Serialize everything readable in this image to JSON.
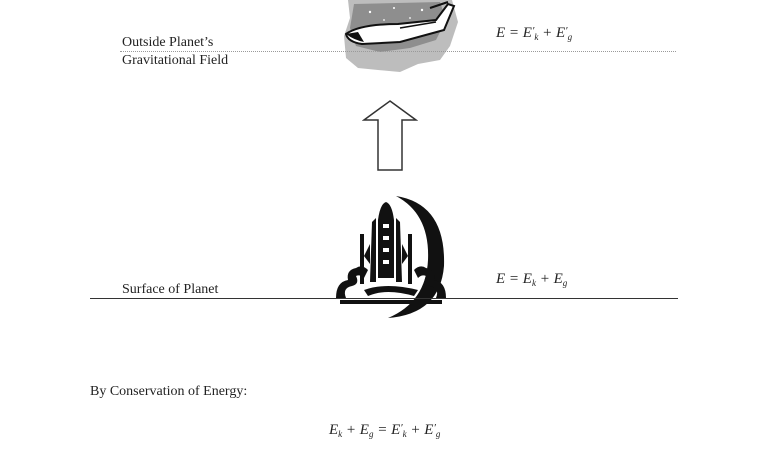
{
  "outside_label": {
    "line1": "Outside Planet’s",
    "line2": "Gravitational Field"
  },
  "surface_label": "Surface of Planet",
  "equations": {
    "outside": {
      "lhs": "E",
      "eq": " = ",
      "t1": "E",
      "t1_sup": "′",
      "t1_sub": "k",
      "plus": " + ",
      "t2": "E",
      "t2_sup": "′",
      "t2_sub": "g"
    },
    "surface": {
      "lhs": "E",
      "eq": " = ",
      "t1": "E",
      "t1_sub": "k",
      "plus": " + ",
      "t2": "E",
      "t2_sub": "g"
    },
    "conservation": {
      "a": "E",
      "a_sub": "k",
      "plus1": " + ",
      "b": "E",
      "b_sub": "g",
      "eq": " = ",
      "c": "E",
      "c_sup": "′",
      "c_sub": "k",
      "plus2": " + ",
      "d": "E",
      "d_sup": "′",
      "d_sub": "g"
    }
  },
  "conservation_label": "By Conservation of Energy:",
  "icons": {
    "orbiter": "space-shuttle-orbit-icon",
    "arrow": "up-arrow-icon",
    "launch": "shuttle-launch-icon"
  }
}
